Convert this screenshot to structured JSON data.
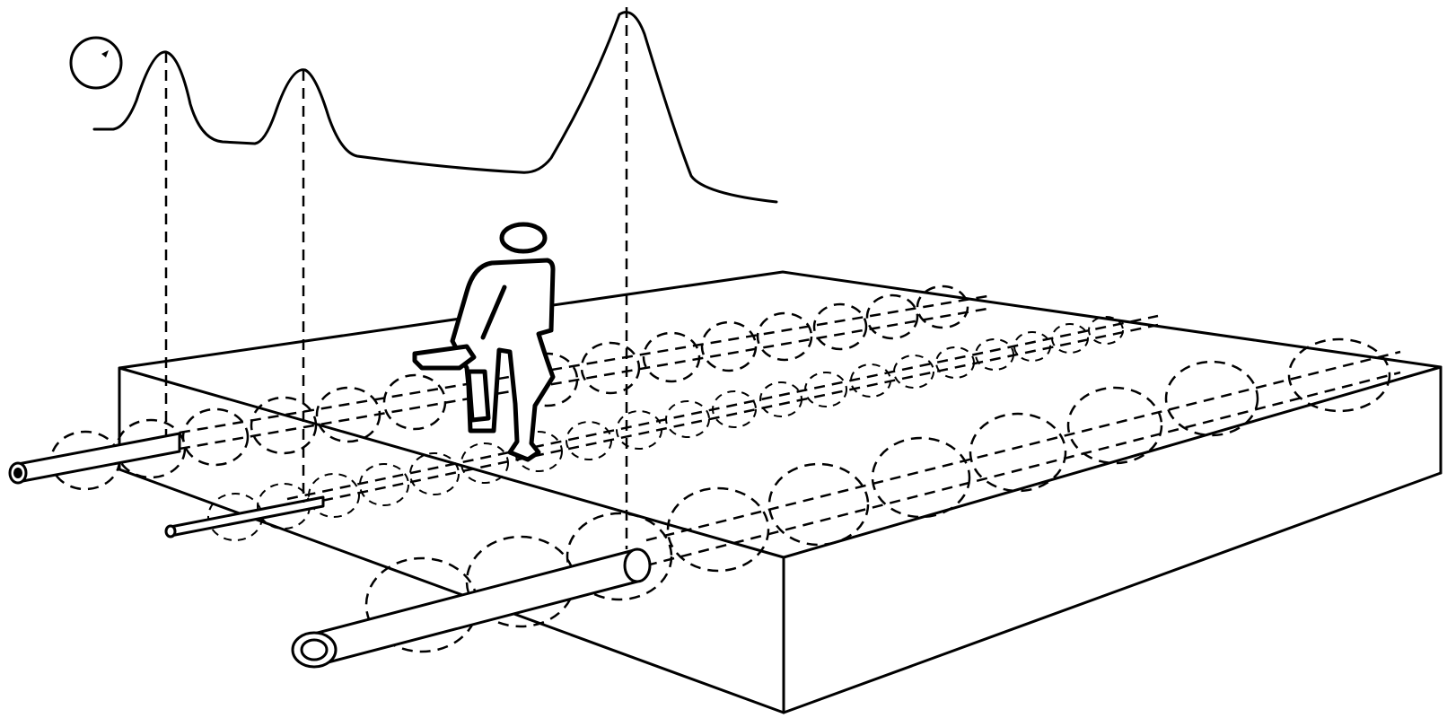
{
  "diagram": {
    "pipes": [
      {
        "id": "left-pipe",
        "relative_size": "medium"
      },
      {
        "id": "middle-pipe",
        "relative_size": "small"
      },
      {
        "id": "front-pipe",
        "relative_size": "large"
      }
    ],
    "signal_peaks": [
      {
        "id": "peak-1",
        "relative_height": 0.62
      },
      {
        "id": "peak-2",
        "relative_height": 0.49
      },
      {
        "id": "peak-3",
        "relative_height": 1.0
      }
    ],
    "icons": [
      "sensor-dial-icon",
      "operator-figure-icon",
      "handheld-locator-icon"
    ],
    "stroke_color": "#000000",
    "background_color": "#ffffff"
  }
}
